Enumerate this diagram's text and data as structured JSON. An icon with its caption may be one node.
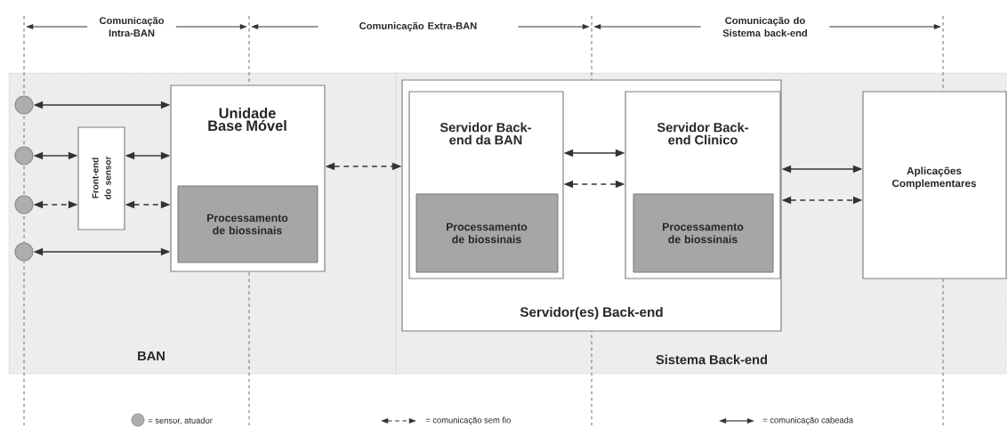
{
  "diagram": {
    "nodes": [
      {
        "text": [
          "BAN"
        ]
      },
      {
        "text": [
          "Sistema Back-end"
        ]
      },
      {
        "text": [],
        "shape": "circle",
        "in": 0
      },
      {
        "text": [],
        "shape": "circle",
        "in": 0
      },
      {
        "text": [],
        "shape": "circle",
        "in": 0
      },
      {
        "text": [],
        "shape": "circle",
        "in": 0
      },
      {
        "text": [
          "Front-end do sensor"
        ],
        "in": 0
      },
      {
        "text": [
          "Unidade Base Móvel"
        ],
        "in": 0
      },
      {
        "text": [
          "Processamento de biossinais"
        ],
        "in": 7
      },
      {
        "text": [
          "Servidor(es) Back-end"
        ],
        "in": 1
      },
      {
        "text": [
          "Servidor Back-end da BAN"
        ],
        "in": 9
      },
      {
        "text": [
          "Processamento de biossinais"
        ],
        "in": 10
      },
      {
        "text": [
          "Servidor Back-end Clinico"
        ],
        "in": 9
      },
      {
        "text": [
          "Processamento de biossinais"
        ],
        "in": 12
      },
      {
        "text": [
          "Aplicações Complementares"
        ],
        "in": 1
      }
    ],
    "edges": [
      {
        "from": 2,
        "to": 7,
        "arrow": "both"
      },
      {
        "from": 3,
        "to": 6,
        "arrow": "both"
      },
      {
        "from": 6,
        "to": 7,
        "arrow": "both"
      },
      {
        "from": 4,
        "to": 6,
        "arrow": "both",
        "style": "dashed"
      },
      {
        "from": 6,
        "to": 7,
        "arrow": "both",
        "style": "dashed"
      },
      {
        "from": 5,
        "to": 7,
        "arrow": "both"
      },
      {
        "from": 7,
        "to": 9,
        "arrow": "both",
        "style": "dashed"
      },
      {
        "from": 10,
        "to": 12,
        "arrow": "both"
      },
      {
        "from": 10,
        "to": 12,
        "arrow": "both",
        "style": "dashed"
      },
      {
        "from": 9,
        "to": 14,
        "arrow": "both"
      },
      {
        "from": 9,
        "to": 14,
        "arrow": "both",
        "style": "dashed"
      }
    ],
    "labels": [
      "Comunicação Intra-BAN",
      "Comunicação Extra-BAN",
      "Comunicação do Sistema back-end"
    ],
    "legend": [
      {
        "text": "= sensor, atuador"
      },
      {
        "text": "= comunicação sem fio"
      },
      {
        "text": "= comunicação cabeada"
      }
    ]
  }
}
